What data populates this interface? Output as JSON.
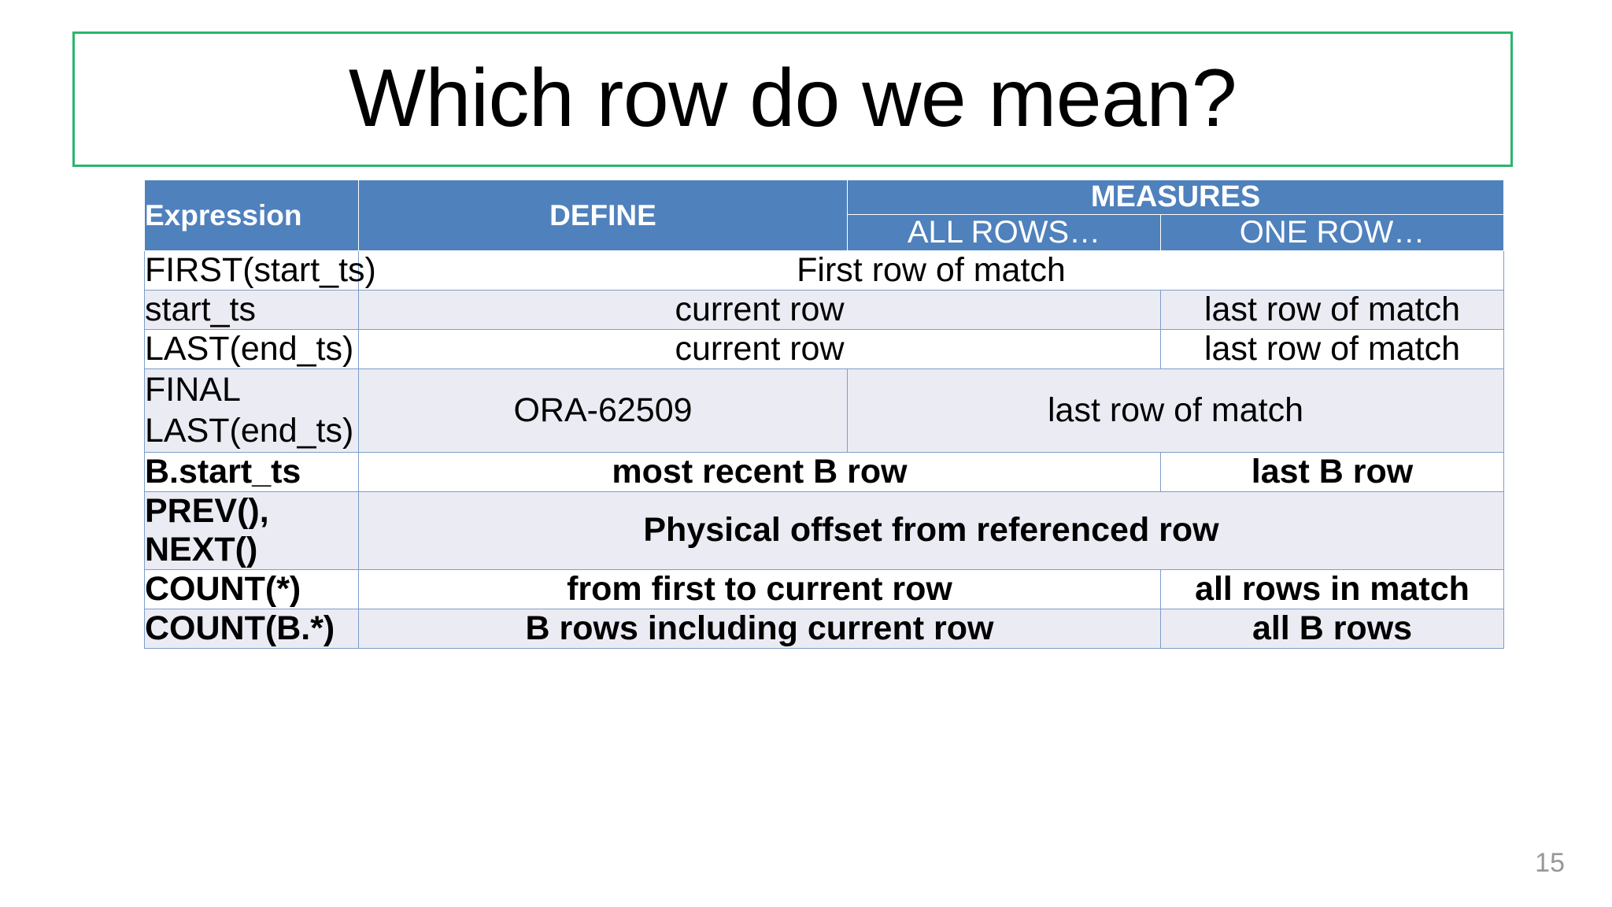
{
  "slide": {
    "title": "Which row do we mean?",
    "page_number": "15",
    "accent_border_color": "#2ab66d",
    "header_fill_color": "#4f81bd",
    "banded_row_color": "#ebebf3",
    "grid_line_color": "#7e9dc8"
  },
  "table": {
    "headers": {
      "expression": "Expression",
      "define": "DEFINE",
      "measures": "MEASURES",
      "all_rows": "ALL ROWS…",
      "one_row": "ONE ROW…"
    },
    "rows": [
      {
        "expression": "FIRST(start_ts)",
        "span": "all",
        "define": "First row of match",
        "all_rows": "",
        "one_row": "",
        "bold": false,
        "shaded": false
      },
      {
        "expression": "start_ts",
        "span": "none",
        "define": "current row",
        "all_rows": "current row",
        "one_row": "last row of match",
        "bold": false,
        "shaded": true
      },
      {
        "expression": "LAST(end_ts)",
        "span": "none",
        "define": "current row",
        "all_rows": "current row",
        "one_row": "last row of match",
        "bold": false,
        "shaded": false
      },
      {
        "expression": "FINAL\nLAST(end_ts)",
        "span": "measures",
        "define": "ORA-62509",
        "all_rows": "last row of match",
        "one_row": "",
        "bold": false,
        "shaded": true
      },
      {
        "expression": "B.start_ts",
        "span": "none",
        "define": "most recent B row",
        "all_rows": "most recent B row",
        "one_row": "last B row",
        "bold": true,
        "shaded": false
      },
      {
        "expression": "PREV(), NEXT()",
        "span": "all",
        "define": "Physical offset from referenced row",
        "all_rows": "",
        "one_row": "",
        "bold": true,
        "shaded": true
      },
      {
        "expression": "COUNT(*)",
        "span": "none",
        "define": "from first to current row",
        "all_rows": "from first to current row",
        "one_row": "all rows in match",
        "bold": true,
        "shaded": false
      },
      {
        "expression": "COUNT(B.*)",
        "span": "none",
        "define": "B rows including current row",
        "all_rows": "B rows including current row",
        "one_row": "all B rows",
        "bold": true,
        "shaded": true
      }
    ]
  }
}
